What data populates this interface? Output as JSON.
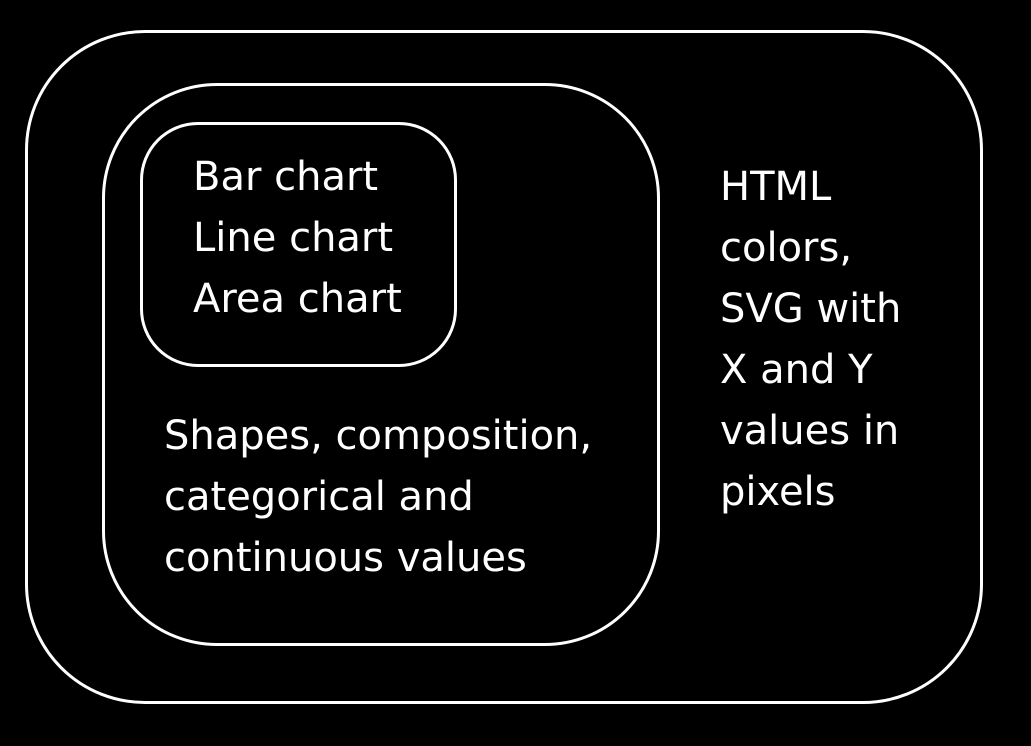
{
  "outer": {
    "lines": [
      "HTML",
      "colors,",
      "SVG with",
      "X and Y",
      "values in",
      "pixels"
    ]
  },
  "middle": {
    "lines": [
      "Shapes, composition,",
      "categorical and",
      "continuous values"
    ]
  },
  "inner": {
    "lines": [
      "Bar chart",
      "Line chart",
      "Area chart"
    ]
  },
  "colors": {
    "background": "#000000",
    "stroke": "#ffffff",
    "text": "#ffffff"
  }
}
